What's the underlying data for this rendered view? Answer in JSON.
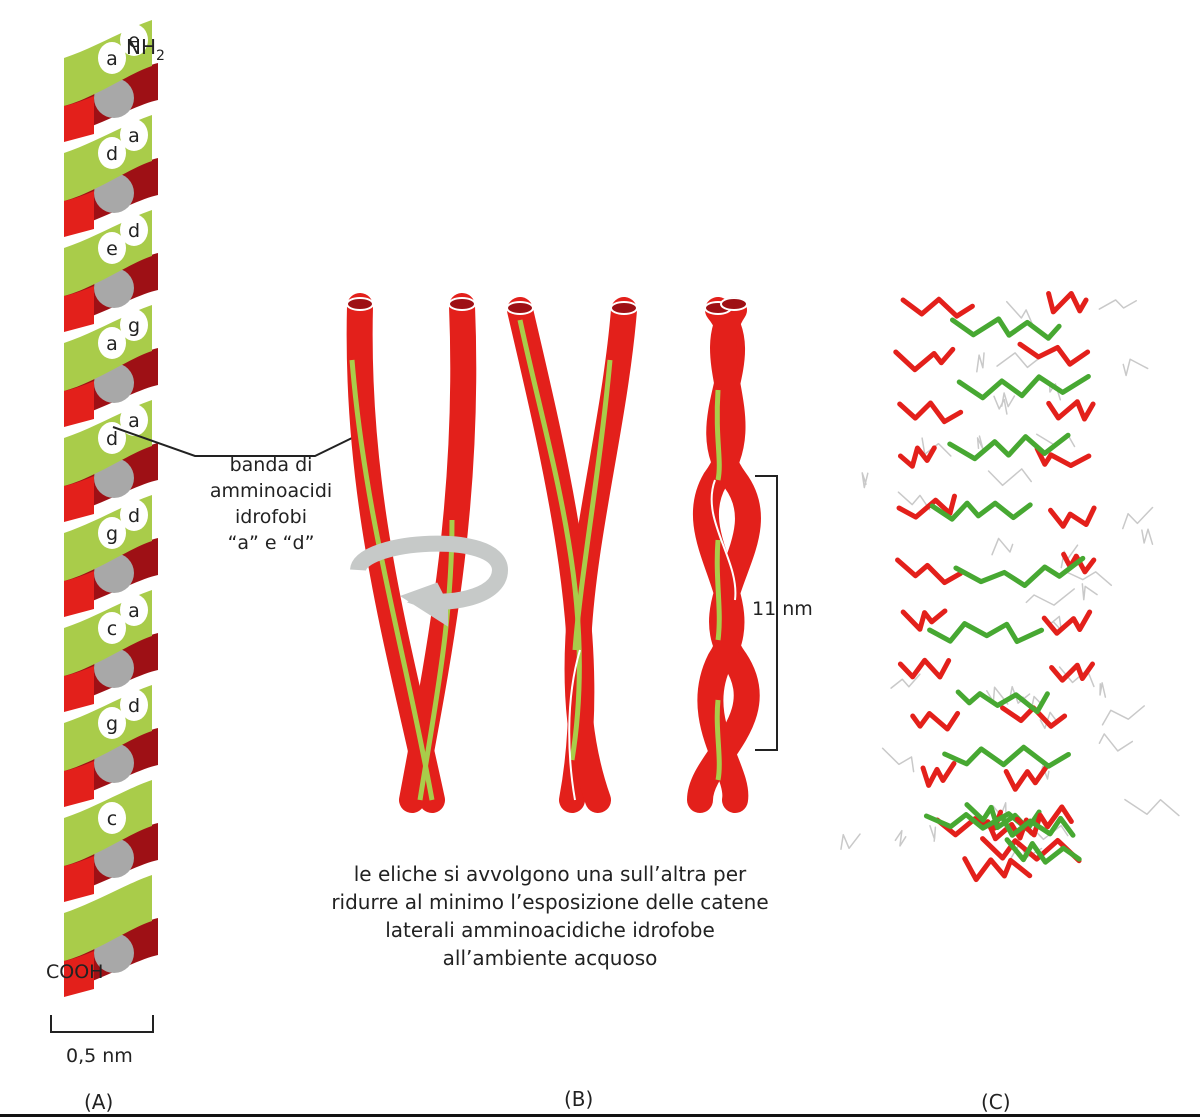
{
  "panels": {
    "A": {
      "label": "(A)",
      "top_label": "NH",
      "top_label_sub": "2",
      "bottom_label": "COOH",
      "scale_label": "0,5 nm",
      "residues": [
        "a",
        "e",
        "d",
        "a",
        "e",
        "d",
        "a",
        "g",
        "d",
        "a",
        "g",
        "d",
        "c",
        "a",
        "g",
        "d",
        "c"
      ]
    },
    "B": {
      "label": "(B)",
      "callout_lines": [
        "banda di",
        "amminoacidi",
        "idrofobi",
        "“a” e “d”"
      ],
      "dimension_label": "11 nm",
      "caption_lines": [
        "le eliche si avvolgono una sull’altra per",
        "ridurre al minimo l’esposizione delle catene",
        "laterali amminoacidiche idrofobe",
        "all’ambiente acquoso"
      ]
    },
    "C": {
      "label": "(C)"
    }
  },
  "colors": {
    "helix_red": "#e3201b",
    "helix_dark_red": "#9e1015",
    "hydrophobic_green": "#a9cc4a",
    "pocket_grey": "#a8a8a8",
    "atom_green": "#47a832",
    "arrow_grey": "#c6c9c8"
  }
}
